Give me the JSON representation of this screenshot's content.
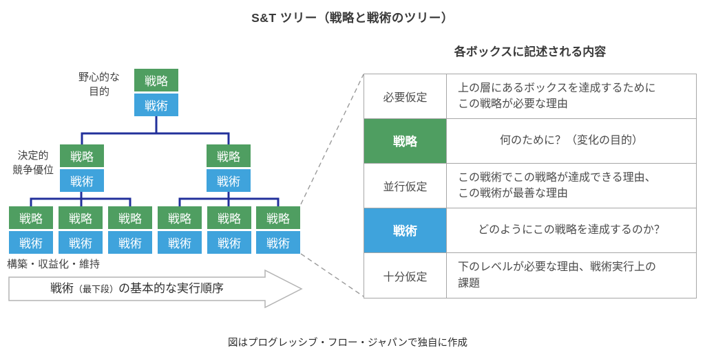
{
  "figure_title": "S&T ツリー（戦略と戦術のツリー）",
  "tree": {
    "strategy_label": "戦略",
    "tactic_label": "戦術",
    "annotations": {
      "top": "野心的な\n目的",
      "middle": "決定的\n競争優位",
      "bottom": "構築・収益化・維持"
    }
  },
  "arrow": {
    "prefix": "戦術",
    "paren": "（最下段）",
    "suffix": "の基本的な実行順序"
  },
  "detail_table": {
    "title": "各ボックスに記述される内容",
    "rows": [
      {
        "label": "必要仮定",
        "content": "上の層にあるボックスを達成するために\nこの戦略が必要な理由"
      },
      {
        "label": "戦略",
        "content": "何のために？（変化の目的）"
      },
      {
        "label": "並行仮定",
        "content": "この戦術でこの戦略が達成できる理由、\nこの戦術が最善な理由"
      },
      {
        "label": "戦術",
        "content": "どのようにこの戦略を達成するのか？"
      },
      {
        "label": "十分仮定",
        "content": "下のレベルが必要な理由、戦術実行上の\n課題"
      }
    ]
  },
  "footer": "図はプログレッシブ・フロー・ジャパンで独自に作成",
  "colors": {
    "strategy_green": "#4f9e61",
    "tactic_blue": "#3fa3dc",
    "connector_navy": "#22309b"
  }
}
